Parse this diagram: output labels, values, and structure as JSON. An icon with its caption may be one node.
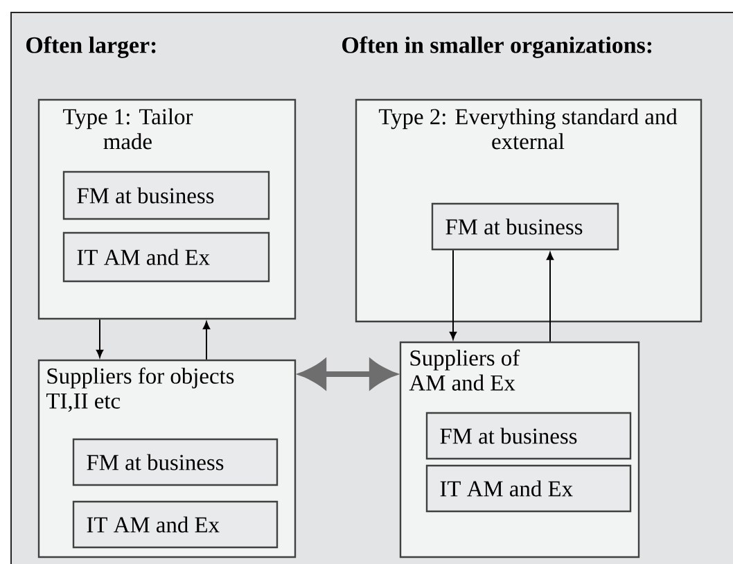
{
  "diagram": {
    "nodes": [
      {
        "text": [
          "Type 1: Tailor made"
        ]
      },
      {
        "text": [
          "FM at business"
        ],
        "in": 0
      },
      {
        "text": [
          "IT AM and Ex"
        ],
        "in": 0
      },
      {
        "text": [
          "Suppliers for objects TI,II etc"
        ]
      },
      {
        "text": [
          "FM at business"
        ],
        "in": 3
      },
      {
        "text": [
          "IT AM and Ex"
        ],
        "in": 3
      },
      {
        "text": [
          "Type 2: Everything standard and external"
        ]
      },
      {
        "text": [
          "FM at business"
        ],
        "in": 6
      },
      {
        "text": [
          "Suppliers of AM and Ex"
        ]
      },
      {
        "text": [
          "FM at business"
        ],
        "in": 8
      },
      {
        "text": [
          "IT AM and Ex"
        ],
        "in": 8
      }
    ],
    "edges": [
      {
        "from": 0,
        "to": 3,
        "arrow": "to"
      },
      {
        "from": 3,
        "to": 0,
        "arrow": "to"
      },
      {
        "from": 7,
        "to": 8,
        "arrow": "to"
      },
      {
        "from": 8,
        "to": 7,
        "arrow": "to"
      },
      {
        "from": 3,
        "to": 8,
        "arrow": "both",
        "style": "thick",
        "color": "#6e6e6e"
      }
    ],
    "labels": [
      "Often larger:",
      "Often in smaller organizations:"
    ]
  }
}
